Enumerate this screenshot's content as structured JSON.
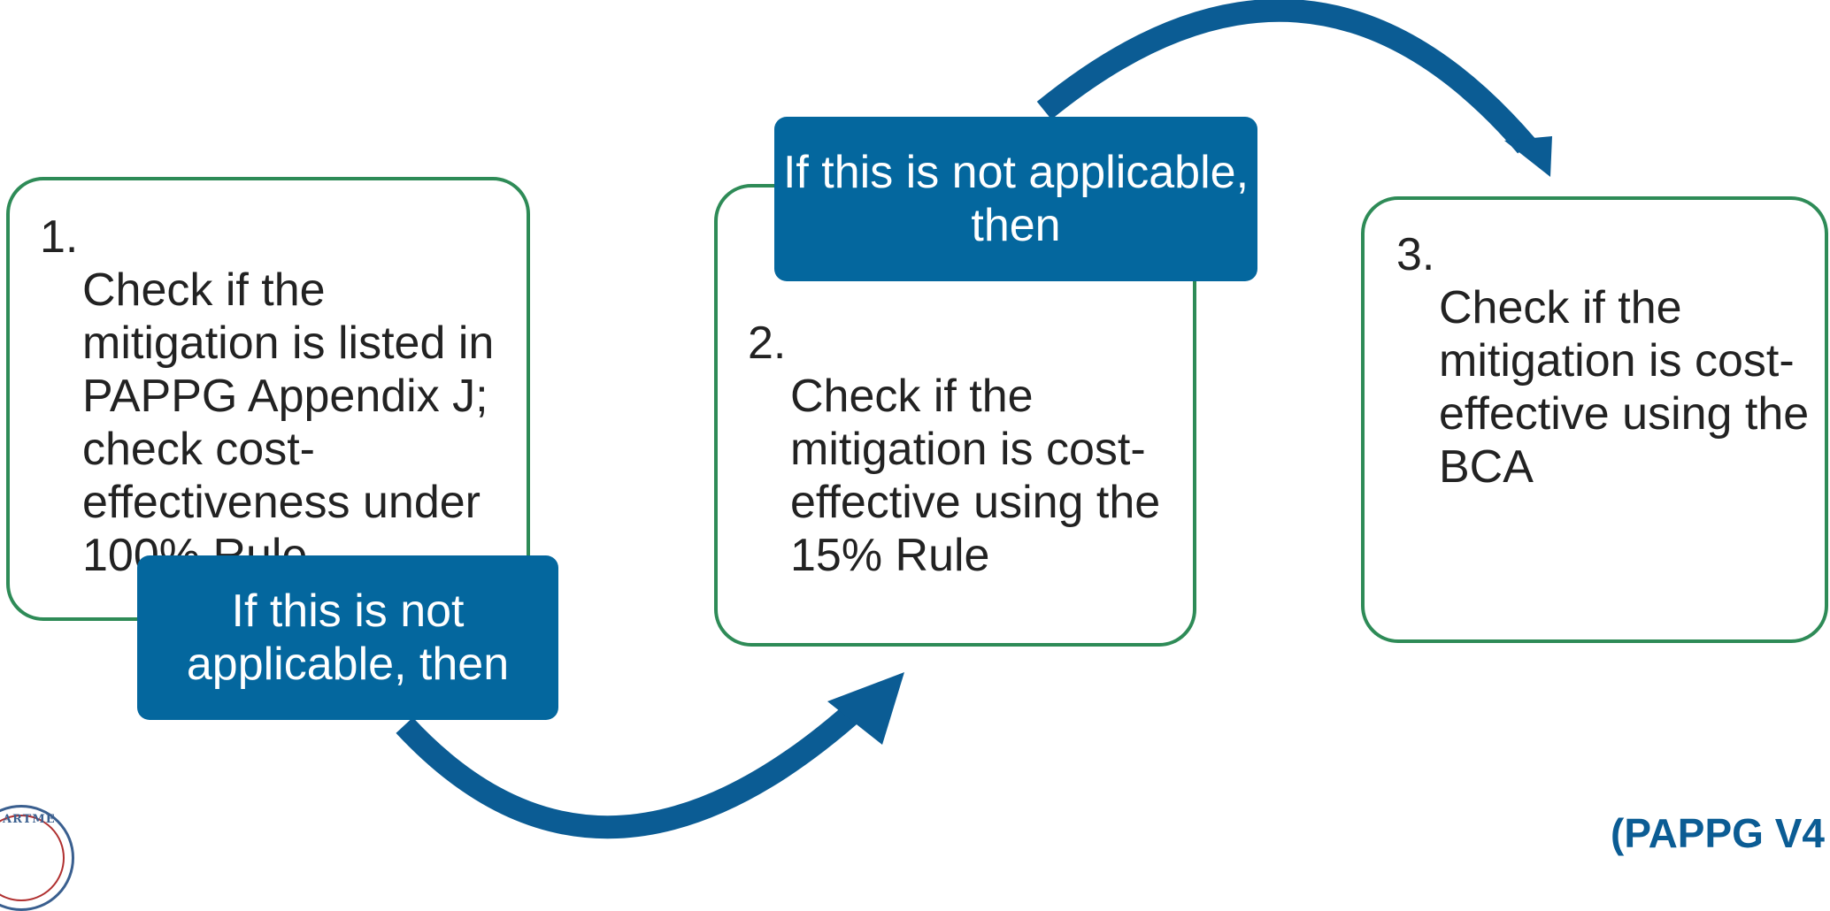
{
  "colors": {
    "box_border": "#2e8b57",
    "condition_fill": "#04679e",
    "arrow": "#0b5c94",
    "text": "#222222",
    "condition_text": "#ffffff"
  },
  "steps": [
    {
      "number": "1.",
      "text": "Check if the mitigation is listed in PAPPG Appendix J; check cost-effectiveness under 100% Rule"
    },
    {
      "number": "2.",
      "text": "Check if the mitigation is cost-effective using the 15% Rule"
    },
    {
      "number": "3.",
      "text": "Check if the mitigation is cost-effective using the BCA"
    }
  ],
  "conditions": [
    {
      "text": "If this is not applicable, then"
    },
    {
      "text": "If this is not applicable, then"
    }
  ],
  "footer": {
    "right_text": "(PAPPG V4"
  },
  "logo": {
    "lettering": "ARTME",
    "icon": "department-seal-icon"
  }
}
